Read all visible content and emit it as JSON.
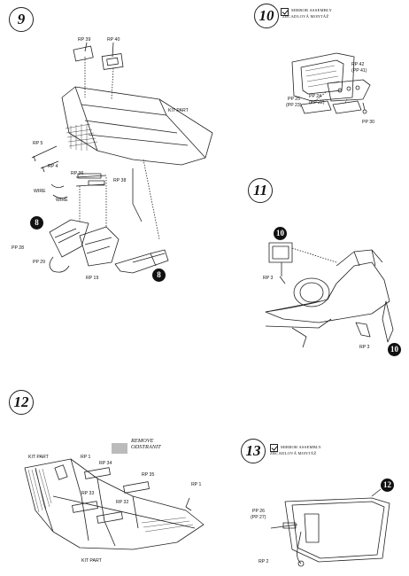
{
  "steps": {
    "s9": "9",
    "s10": "10",
    "s11": "11",
    "s12": "12",
    "s13": "13"
  },
  "badges": {
    "b8a": "8",
    "b8b": "8",
    "b10a": "10",
    "b10b": "10",
    "b12": "12"
  },
  "notes": {
    "mirror_en": "MIRROR ASSEMBLY",
    "mirror_cz": "ZRCADLOVÁ MONTÁŽ",
    "remove_en": "REMOVE",
    "remove_cz": "ODSTRANIT"
  },
  "labels": {
    "rp39": "RP 39",
    "rp40": "RP 40",
    "kitpart9": "KIT PART",
    "rp5": "RP 5",
    "rp4": "RP 4",
    "rp36": "RP 36",
    "rp38": "RP 38",
    "wire1": "WIRE",
    "wire2": "WIRE",
    "pp28": "PP 28",
    "pp29": "PP 29",
    "rp19": "RP 19",
    "rp42": "RP 42",
    "pp41": "(PP 41)",
    "pp24": "PP 24",
    "pp22": "(PP 22)",
    "pp25": "PP 25",
    "pp23": "(PP 23)",
    "pp30": "PP 30",
    "rp3a": "RP 3",
    "rp3b": "RP 3",
    "kitpart12a": "KIT PART",
    "rp1a": "RP 1",
    "rp34": "RP 34",
    "rp35": "RP 35",
    "rp33": "RP 33",
    "rp32": "RP 32",
    "rp1b": "RP 1",
    "kitpart12b": "KIT PART",
    "pp26": "PP 26",
    "pp27": "(PP 27)",
    "rp2": "RP 2"
  }
}
